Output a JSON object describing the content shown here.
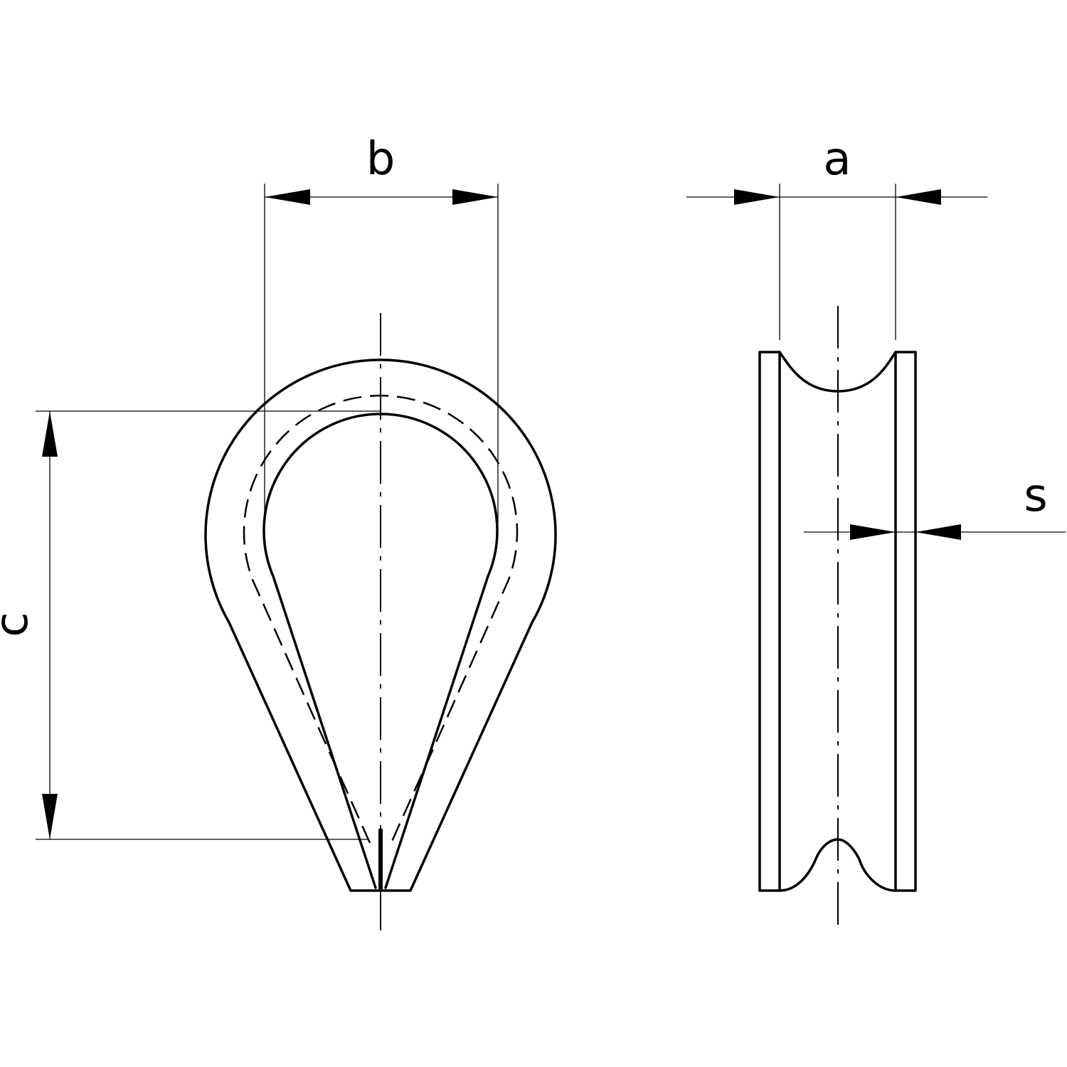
{
  "dimensions": {
    "width_label": "b",
    "thickness_label": "a",
    "groove_label": "s",
    "length_label": "c"
  }
}
